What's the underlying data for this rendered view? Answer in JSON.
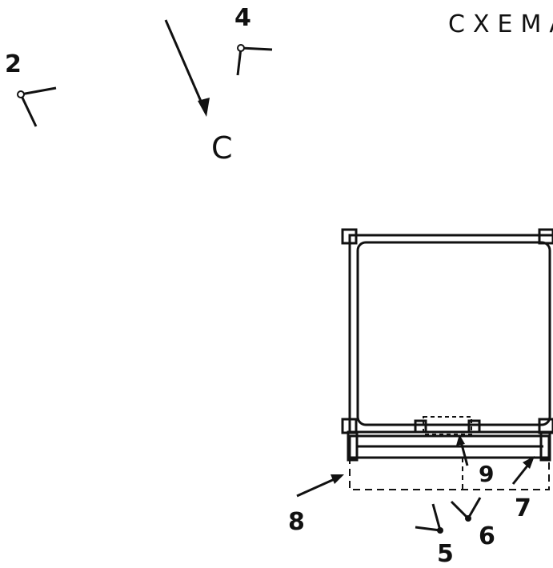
{
  "header": {
    "title": "СХЕМА"
  },
  "compass": {
    "letter": "С"
  },
  "labels": {
    "n2": "2",
    "n4": "4",
    "n5": "5",
    "n6": "6",
    "n7": "7",
    "n8": "8",
    "n9": "9"
  },
  "colors": {
    "ink": "#111111",
    "paper": "#ffffff"
  }
}
